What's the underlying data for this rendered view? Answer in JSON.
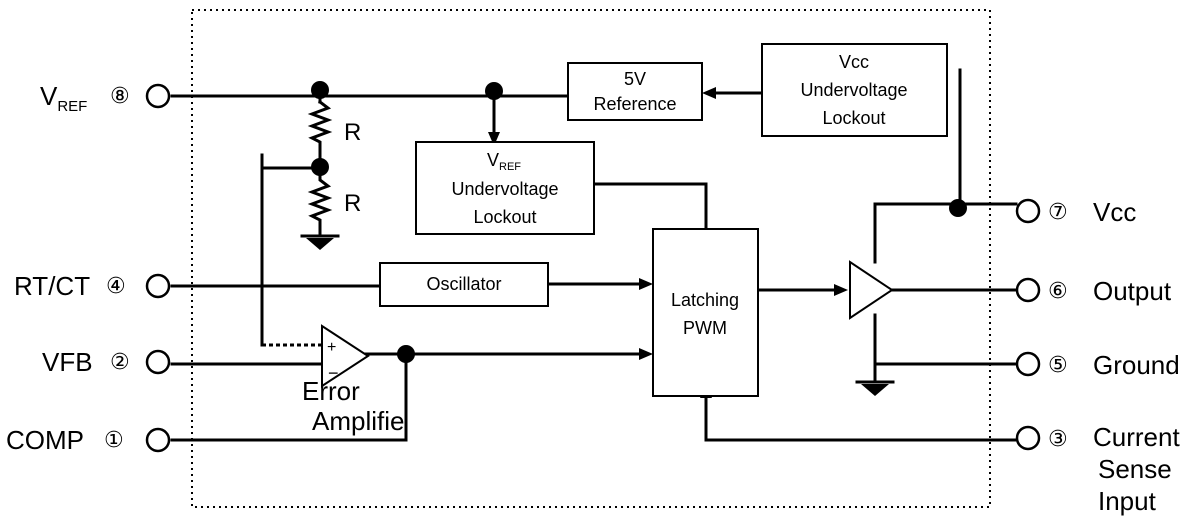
{
  "pins": {
    "vref": {
      "label": "V",
      "sub": "REF",
      "num": "⑧"
    },
    "rtct": {
      "label": "RT/CT",
      "num": "④"
    },
    "vfb": {
      "label": "VFB",
      "num": "②"
    },
    "comp": {
      "label": "COMP",
      "num": "①"
    },
    "vcc": {
      "label": "Vcc",
      "num": "⑦"
    },
    "output": {
      "label": "Output",
      "num": "⑥"
    },
    "ground": {
      "label": "Ground",
      "num": "⑤"
    },
    "current_sense": {
      "label_lines": [
        "Current",
        "Sense",
        "Input"
      ],
      "num": "③"
    }
  },
  "blocks": {
    "reference": {
      "lines": [
        "5V",
        "Reference"
      ]
    },
    "vcc_uvlo": {
      "lines": [
        "Vcc",
        "Undervoltage",
        "Lockout"
      ]
    },
    "vref_uvlo": {
      "title": "V",
      "title_sub": "REF",
      "lines": [
        "Undervoltage",
        "Lockout"
      ]
    },
    "oscillator": {
      "label": "Oscillator"
    },
    "pwm": {
      "lines": [
        "Latching",
        "PWM"
      ]
    }
  },
  "components": {
    "resistor_top": "R",
    "resistor_bottom": "R",
    "amp_plus": "+",
    "amp_minus": "−",
    "error_amp": [
      "Error",
      "Amplifie"
    ]
  }
}
